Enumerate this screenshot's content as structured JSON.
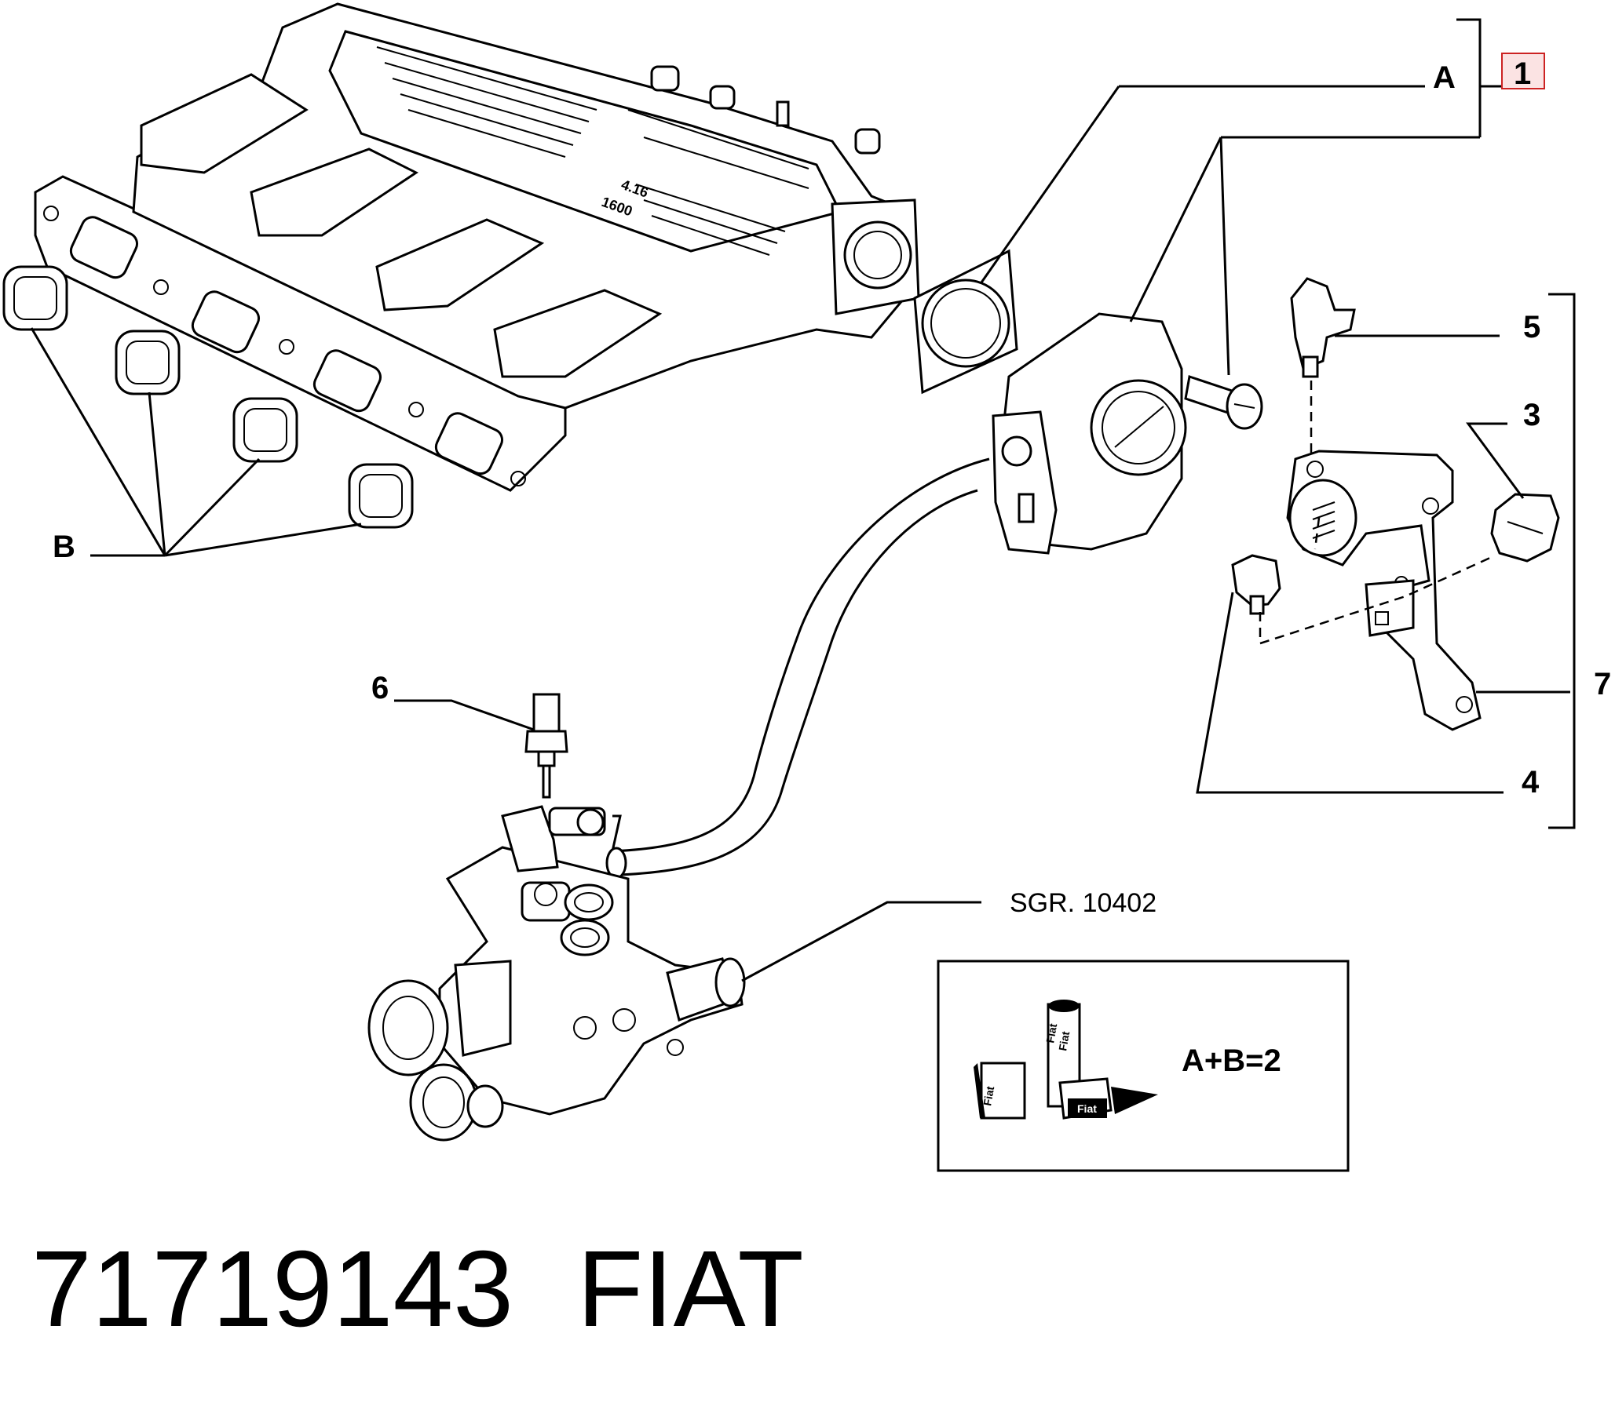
{
  "labels": {
    "A": "A",
    "B": "B",
    "p1": "1",
    "p3": "3",
    "p4": "4",
    "p5": "5",
    "p6": "6",
    "p7": "7"
  },
  "manifold_marking": [
    "4.16",
    "1600"
  ],
  "reference": "SGR. 10402",
  "kit_formula": "A+B=2",
  "kit_logo": [
    "Fiat",
    "Fiat",
    "Fiat",
    "Fiat"
  ],
  "part_number": "71719143",
  "brand": "FIAT",
  "colors": {
    "highlight_box": "#cc2222",
    "highlight_fill": "#fbe3e3"
  }
}
